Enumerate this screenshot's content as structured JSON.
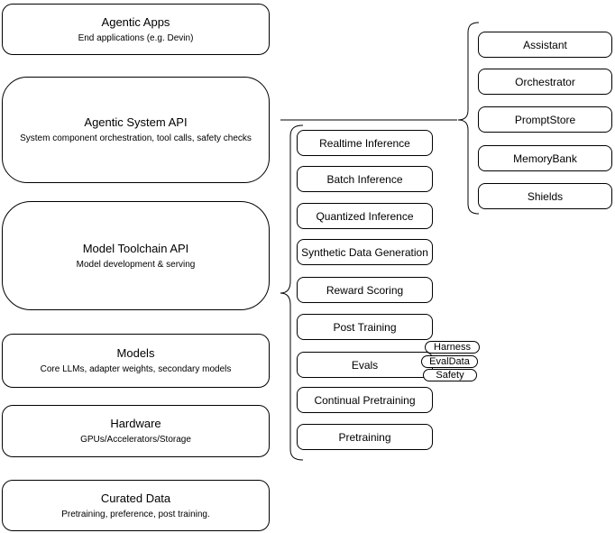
{
  "nodes": {
    "left": [
      {
        "title": "Agentic Apps",
        "subtitle": "End applications (e.g. Devin)"
      },
      {
        "title": "Agentic System API",
        "subtitle": "System component orchestration, tool calls, safety checks"
      },
      {
        "title": "Model Toolchain API",
        "subtitle": "Model development & serving"
      },
      {
        "title": "Models",
        "subtitle": "Core LLMs, adapter weights, secondary models"
      },
      {
        "title": "Hardware",
        "subtitle": "GPUs/Accelerators/Storage"
      },
      {
        "title": "Curated Data",
        "subtitle": "Pretraining, preference, post training."
      }
    ],
    "toolchain": [
      "Realtime Inference",
      "Batch Inference",
      "Quantized Inference",
      "Synthetic Data Generation",
      "Reward Scoring",
      "Post Training",
      "Evals",
      "Continual Pretraining",
      "Pretraining"
    ],
    "eval_tags": [
      "Harness",
      "EvalData",
      "Safety"
    ],
    "system_components": [
      "Assistant",
      "Orchestrator",
      "PromptStore",
      "MemoryBank",
      "Shields"
    ]
  },
  "colors": {
    "stroke": "#000000",
    "fill": "#ffffff",
    "background": "#ffffff"
  }
}
